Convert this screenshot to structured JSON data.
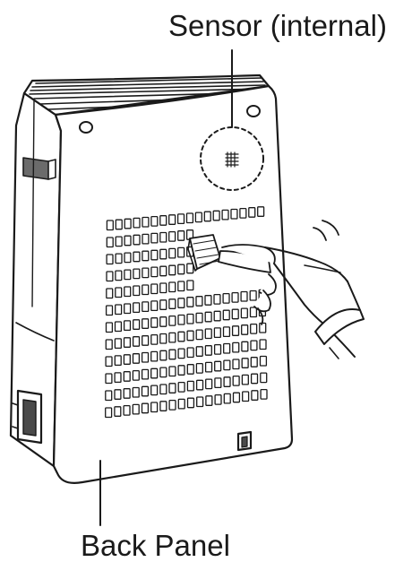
{
  "labels": {
    "sensor": "Sensor (internal)",
    "back_panel": "Back Panel"
  },
  "grille": {
    "rows": 12,
    "columns": 18
  },
  "colors": {
    "line": "#1a1a1a",
    "background": "#ffffff"
  }
}
